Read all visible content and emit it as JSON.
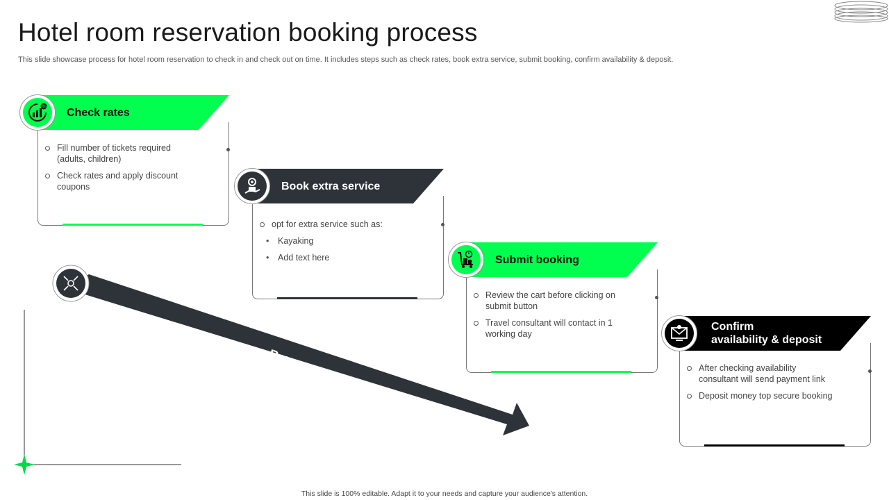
{
  "slide": {
    "title": "Hotel room reservation booking process",
    "subtitle": "This slide showcase process for hotel room reservation to check in and check out on time. It includes steps such as check rates, book extra service, submit booking, confirm availability & deposit.",
    "footer": "This slide is 100% editable. Adapt it to your needs and capture your audience's attention."
  },
  "colors": {
    "accent_green": "#00ff4e",
    "dark_slate": "#2d3339",
    "black": "#000000"
  },
  "arrow": {
    "label": "Process"
  },
  "steps": [
    {
      "title": "Check rates",
      "icon": "growth-chart-icon",
      "bullets": [
        "Fill number of tickets required (adults, children)",
        "Check rates and apply discount coupons"
      ]
    },
    {
      "title": "Book extra service",
      "icon": "service-box-icon",
      "bullets": [
        "opt for extra service such as:"
      ],
      "sub_bullets": [
        "Kayaking",
        "Add text here"
      ]
    },
    {
      "title": "Submit booking",
      "icon": "luggage-cart-icon",
      "bullets": [
        "Review the cart before clicking on submit button",
        "Travel  consultant will contact in 1 working day"
      ]
    },
    {
      "title_line1": "Confirm",
      "title_line2": "availability & deposit",
      "icon": "email-monitor-icon",
      "bullets": [
        "After checking availability consultant will send payment link",
        "Deposit money top secure booking"
      ]
    }
  ]
}
